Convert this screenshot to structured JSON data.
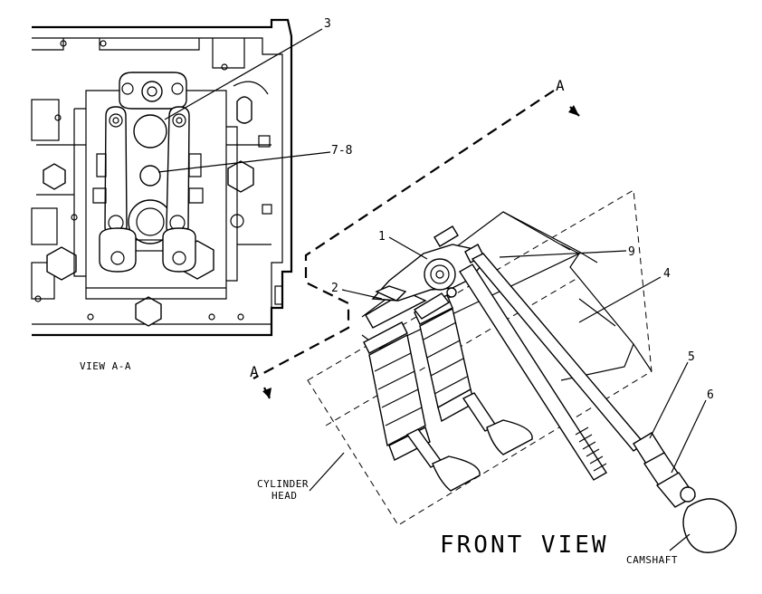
{
  "labels": {
    "callout_1": "1",
    "callout_2": "2",
    "callout_3": "3",
    "callout_4": "4",
    "callout_5": "5",
    "callout_6": "6",
    "callout_7_8": "7-8",
    "callout_9": "9",
    "section_a_top": "A",
    "section_a_bottom": "A",
    "view_a_a": "VIEW A-A",
    "cylinder_head_line1": "CYLINDER",
    "cylinder_head_line2": "HEAD",
    "front_view": "FRONT VIEW",
    "camshaft": "CAMSHAFT"
  }
}
